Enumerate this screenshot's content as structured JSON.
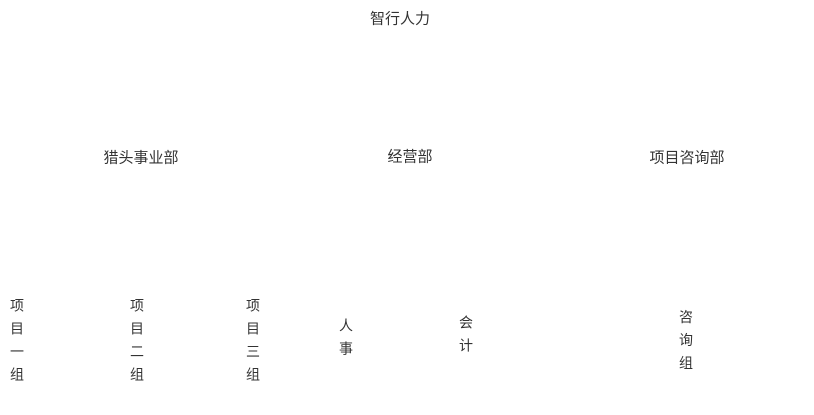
{
  "page": {
    "background": "#ffffff",
    "text_color": "#333333"
  },
  "org_chart": {
    "root": {
      "label": "智行人力"
    },
    "departments": [
      {
        "label": "猎头事业部"
      },
      {
        "label": "经营部"
      },
      {
        "label": "项目咨询部"
      }
    ],
    "groups": [
      {
        "label": "项目一组"
      },
      {
        "label": "项目二组"
      },
      {
        "label": "项目三组"
      },
      {
        "label": "人事"
      },
      {
        "label": "会计"
      },
      {
        "label": "咨询组"
      }
    ]
  }
}
